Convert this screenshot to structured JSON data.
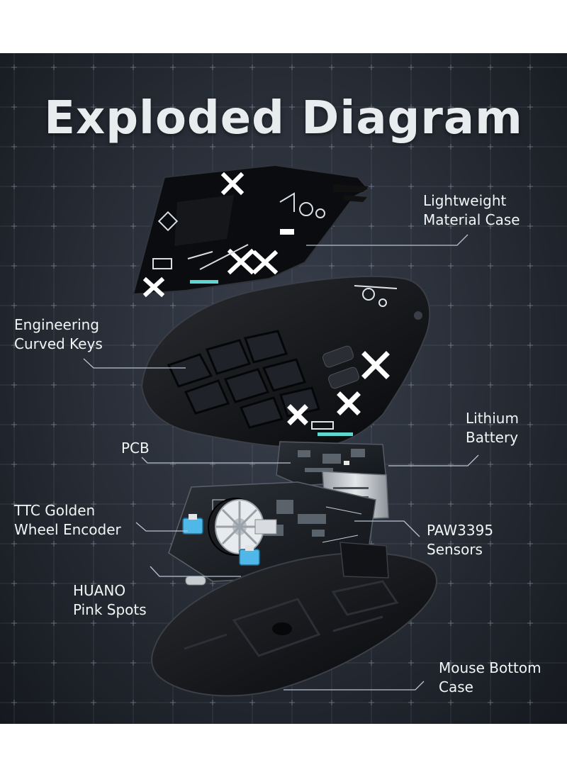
{
  "title": "Exploded Diagram",
  "labels": {
    "case": [
      "Lightweight",
      "Material Case"
    ],
    "keys": [
      "Engineering",
      "Curved Keys"
    ],
    "battery": [
      "Lithium",
      "Battery"
    ],
    "pcb": [
      "PCB"
    ],
    "encoder": [
      "TTC Golden",
      "Wheel Encoder"
    ],
    "sensor": [
      "PAW3395",
      "Sensors"
    ],
    "switches": [
      "HUANO",
      "Pink Spots"
    ],
    "bottom": [
      "Mouse Bottom",
      "Case"
    ]
  },
  "colors": {
    "background": "#262b34",
    "text": "#f2f4f6",
    "leader": "#b8c4d2",
    "body": "#0e0f12",
    "switch": "#4fb8e8"
  }
}
